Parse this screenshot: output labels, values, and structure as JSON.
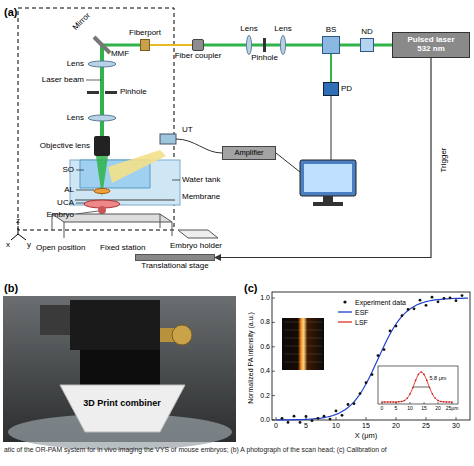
{
  "diagram": {
    "caption": "atic of the OR-PAM system for in vivo imaging the VYS of mouse embryos; (b) A photograph of the scan head; (c) Calibration of",
    "nodes": [
      {
        "text": [
          "Fiberport"
        ]
      },
      {
        "text": [
          "Fiber coupler"
        ]
      },
      {
        "text": [
          "Lens"
        ]
      },
      {
        "text": [
          "Pinhole"
        ]
      },
      {
        "text": [
          "Lens"
        ]
      },
      {
        "text": [
          "BS"
        ]
      },
      {
        "text": [
          "ND"
        ]
      },
      {
        "text": [
          "Pulsed laser",
          "532 nm"
        ]
      },
      {
        "text": [
          "PD"
        ]
      },
      {
        "text": [
          "Amplifier"
        ]
      },
      {
        "text": [
          "Translational stage"
        ]
      }
    ],
    "edges": [
      {
        "from": 7,
        "to": 6,
        "arrow": "none"
      },
      {
        "from": 6,
        "to": 5,
        "arrow": "none"
      },
      {
        "from": 5,
        "to": 4,
        "arrow": "none"
      },
      {
        "from": 4,
        "to": 3,
        "arrow": "none"
      },
      {
        "from": 3,
        "to": 2,
        "arrow": "none"
      },
      {
        "from": 2,
        "to": 1,
        "arrow": "none"
      },
      {
        "from": 1,
        "to": 0,
        "arrow": "none"
      },
      {
        "from": 5,
        "to": 8,
        "arrow": "none"
      },
      {
        "from": 7,
        "to": 10,
        "label": "Trigger",
        "arrow": "to"
      }
    ],
    "labels": [
      "(a)",
      "(b)",
      "(c)",
      "Mirror",
      "MMF",
      "Lens",
      "Laser beam",
      "Pinhole",
      "Lens",
      "Objective lens",
      "UT",
      "SO",
      "AL",
      "Water tank",
      "UCA",
      "Membrane",
      "Embryo",
      "Open position",
      "Fixed station",
      "Embryo holder",
      "z",
      "x",
      "y",
      "3D Print combiner",
      "0.0",
      "0.2",
      "0.4",
      "0.6",
      "0.8",
      "1.0",
      "0",
      "5",
      "10",
      "15",
      "20",
      "25",
      "30",
      "X (μm)",
      "Normalized PA intensity (a.u.)",
      "0",
      "5",
      "10",
      "15",
      "20",
      "25μm",
      "5.8 μm"
    ],
    "legend": [
      {
        "text": "Experiment data"
      },
      {
        "text": "ESF"
      },
      {
        "text": "LSF"
      }
    ]
  }
}
